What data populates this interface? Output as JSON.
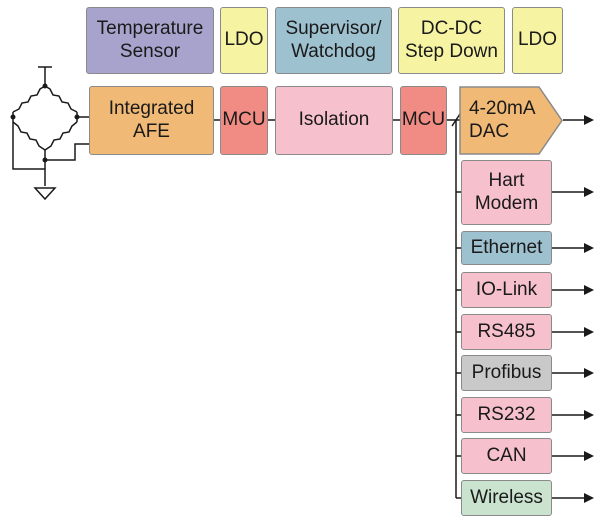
{
  "colors": {
    "purple": "#a7a3cc",
    "yellow": "#f6f3a3",
    "blue": "#9ec1cf",
    "orange": "#f0b975",
    "red": "#f18c84",
    "pink": "#f6c1cd",
    "gray": "#c9c9c9",
    "green": "#c9e3cf",
    "line": "#1a1a1a"
  },
  "top_row": {
    "temperature_sensor": "Temperature\nSensor",
    "ldo_1": "LDO",
    "supervisor_watchdog": "Supervisor/\nWatchdog",
    "dcdc_step_down": "DC-DC\nStep Down",
    "ldo_2": "LDO"
  },
  "signal_chain": {
    "integrated_afe": "Integrated\nAFE",
    "mcu_1": "MCU",
    "isolation": "Isolation",
    "mcu_2": "MCU",
    "dac": "4-20mA\nDAC"
  },
  "outputs": {
    "hart_modem": "Hart\nModem",
    "ethernet": "Ethernet",
    "io_link": "IO-Link",
    "rs485": "RS485",
    "profibus": "Profibus",
    "rs232": "RS232",
    "can": "CAN",
    "wireless": "Wireless"
  }
}
